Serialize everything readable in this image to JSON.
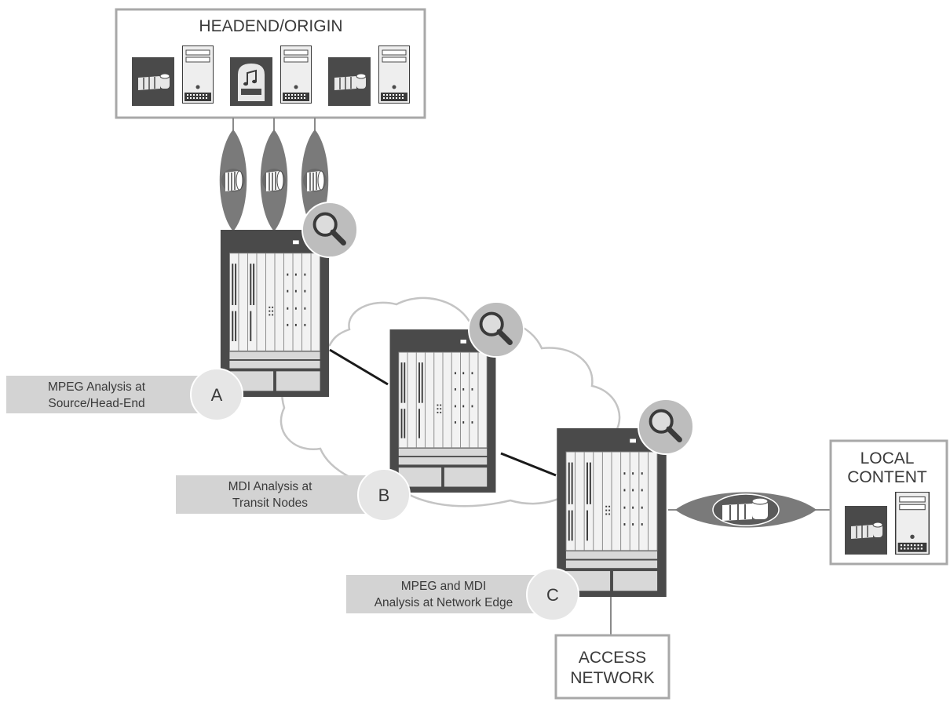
{
  "headend": {
    "title": "HEADEND/ORIGIN"
  },
  "local_content": {
    "line1": "LOCAL",
    "line2": "CONTENT"
  },
  "access_network": {
    "line1": "ACCESS",
    "line2": "NETWORK"
  },
  "callouts": {
    "a": {
      "letter": "A",
      "line1": "MPEG Analysis at",
      "line2": "Source/Head-End"
    },
    "b": {
      "letter": "B",
      "line1": "MDI Analysis at",
      "line2": "Transit Nodes"
    },
    "c": {
      "letter": "C",
      "line1": "MPEG and MDI",
      "line2": "Analysis at Network Edge"
    }
  },
  "colors": {
    "chassis": "#4a4a4a",
    "panel": "#f2f2f2",
    "callout_bar": "#d3d3d3",
    "callout_circle": "#e6e6e6",
    "stream_lens": "#7a7a7a",
    "magnifier_bg": "#bdbdbd",
    "box_border": "#a8a8a8"
  }
}
